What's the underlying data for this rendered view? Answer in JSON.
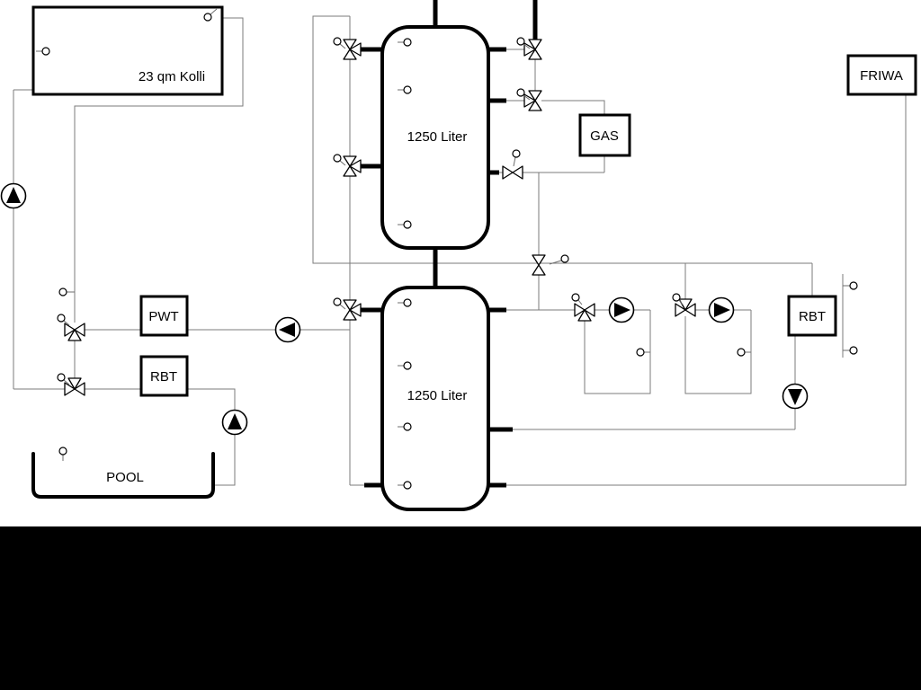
{
  "diagram": {
    "collector_label": "23 qm Kolli",
    "tank_top_label": "1250 Liter",
    "tank_bottom_label": "1250 Liter",
    "gas_label": "GAS",
    "friwa_label": "FRIWA",
    "pwt_label": "PWT",
    "rbt_left_label": "RBT",
    "rbt_right_label": "RBT",
    "pool_label": "POOL"
  },
  "colors": {
    "background": "#ffffff",
    "pipe_line": "#7b7b7b",
    "outline": "#000000",
    "bottom_bar": "#000000"
  }
}
